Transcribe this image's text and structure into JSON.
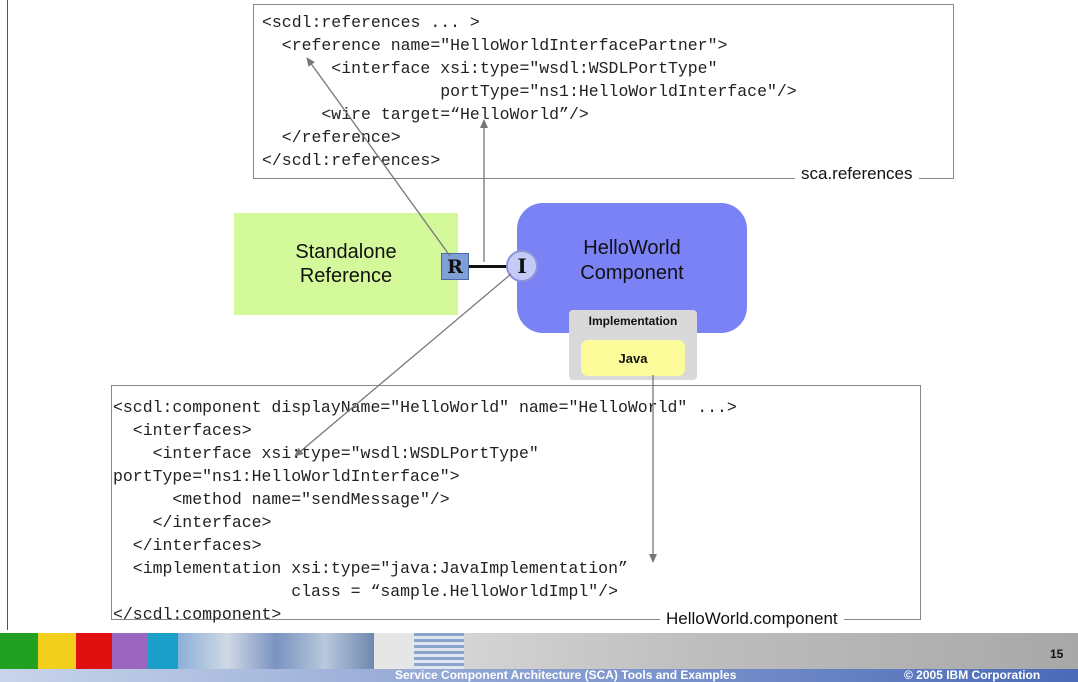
{
  "top_code": {
    "lines": [
      "<scdl:references ... >",
      "  <reference name=\"HelloWorldInterfacePartner\">",
      "       <interface xsi:type=\"wsdl:WSDLPortType\"",
      "                  portType=\"ns1:HelloWorldInterface\"/>",
      "      <wire target=“HelloWorld”/>",
      "  </reference>",
      "</scdl:references>"
    ],
    "label": "sca.references"
  },
  "bottom_code": {
    "lines": [
      "<scdl:component displayName=\"HelloWorld\" name=\"HelloWorld\" ...>",
      "  <interfaces>",
      "    <interface xsi:type=\"wsdl:WSDLPortType\"",
      "portType=\"ns1:HelloWorldInterface\">",
      "      <method name=\"sendMessage\"/>",
      "    </interface>",
      "  </interfaces>",
      "  <implementation xsi:type=\"java:JavaImplementation”",
      "                  class = “sample.HelloWorldImpl\"/>",
      "</scdl:component>"
    ],
    "label": "HelloWorld.component"
  },
  "standalone": {
    "line1": "Standalone",
    "line2": "Reference"
  },
  "component": {
    "line1": "HelloWorld",
    "line2": "Component",
    "impl_label": "Implementation",
    "java_label": "Java"
  },
  "icons": {
    "reference": "R",
    "interface": "I"
  },
  "footer": {
    "title": "Service Component Architecture (SCA) Tools and Examples",
    "copyright": "© 2005 IBM Corporation",
    "page": "15"
  },
  "colors": {
    "standalone_fill": "#d4f99a",
    "component_fill": "#7b82f6",
    "java_fill": "#fcfc9a",
    "arrow": "#777777"
  }
}
